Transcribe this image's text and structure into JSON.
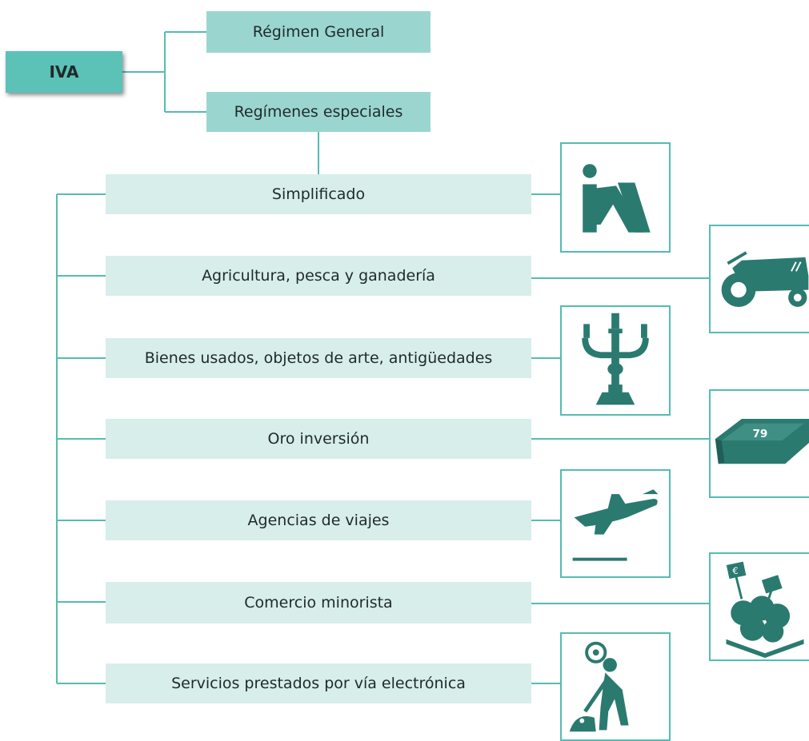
{
  "root": {
    "label": "IVA"
  },
  "level1": [
    {
      "label": "Régimen General"
    },
    {
      "label": "Regímenes especiales"
    }
  ],
  "regimes": [
    {
      "label": "Simplificado",
      "icon": "iva-logo-icon"
    },
    {
      "label": "Agricultura, pesca y ganadería",
      "icon": "tractor-icon"
    },
    {
      "label": "Bienes usados, objetos de arte, antigüedades",
      "icon": "candelabra-icon"
    },
    {
      "label": "Oro inversión",
      "icon": "gold-bar-icon",
      "icon_text": "79"
    },
    {
      "label": "Agencias de viajes",
      "icon": "airplane-icon"
    },
    {
      "label": "Comercio minorista",
      "icon": "shopping-euro-icon",
      "icon_text": "€"
    },
    {
      "label": "Servicios prestados por vía electrónica",
      "icon": "worker-digging-icon"
    }
  ],
  "colors": {
    "teal_line": "#55bcb2",
    "root_fill": "#5cc1b7",
    "level1_fill": "#9ad6cf",
    "level2_fill": "#d7eeeb",
    "icon_fill": "#2a7a70"
  }
}
